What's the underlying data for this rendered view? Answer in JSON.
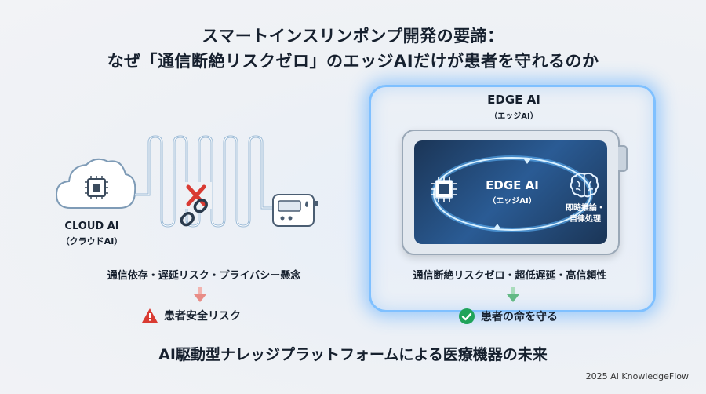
{
  "title": {
    "line1": "スマートインスリンポンプ開発の要諦：",
    "line2": "なぜ「通信断絶リスクゼロ」のエッジAIだけが患者を守れるのか"
  },
  "cloud": {
    "name": "CLOUD AI",
    "sub": "（クラウドAI）",
    "issues": "通信依存・遅延リスク・プライバシー懸念",
    "outcome": "患者安全リスク"
  },
  "edge": {
    "name": "EDGE AI",
    "sub": "（エッジAI）",
    "device_name": "EDGE AI",
    "device_sub": "（エッジAI）",
    "process_line1": "即時推論・",
    "process_line2": "自律処理",
    "benefits": "通信断絶リスクゼロ・超低遅延・高信頼性",
    "outcome": "患者の命を守る"
  },
  "footer": "AI駆動型ナレッジプラットフォームによる医療機器の未来",
  "credit": "2025 AI KnowledgeFlow",
  "colors": {
    "accent_blue": "#3a9bff",
    "risk_red": "#d93a32",
    "safe_green": "#1fa35a",
    "line_blue": "#9bbad6"
  },
  "icons": [
    "cloud-icon",
    "chip-icon",
    "cross-icon",
    "broken-link-icon",
    "pump-icon",
    "warning-icon",
    "check-icon",
    "brain-icon",
    "arrow-down-icon"
  ]
}
